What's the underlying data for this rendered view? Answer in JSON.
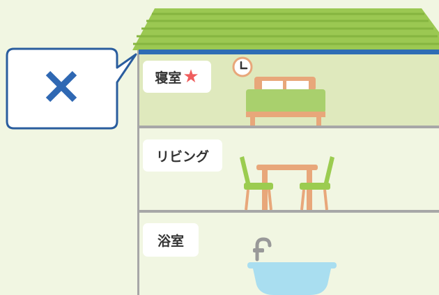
{
  "rooms": {
    "bedroom": {
      "label": "寝室",
      "marker": "★"
    },
    "living": {
      "label": "リビング"
    },
    "bath": {
      "label": "浴室"
    }
  },
  "callout": {
    "icon": "cross-mark-icon"
  },
  "colors": {
    "background": "#f1f6e2",
    "roof": "#9bc852",
    "roof_stripe": "#86b540",
    "roof_trim": "#2e6db4",
    "bedroom_wall": "#dfe9bd",
    "floor_line": "#a7a7a7",
    "callout_border": "#2a5d9e",
    "cross": "#2f68b3",
    "star": "#ef5d5d",
    "bed": "#a9d06d",
    "furniture_wood": "#e8a77a",
    "chair": "#9bcc50",
    "bathtub": "#a9def0"
  }
}
